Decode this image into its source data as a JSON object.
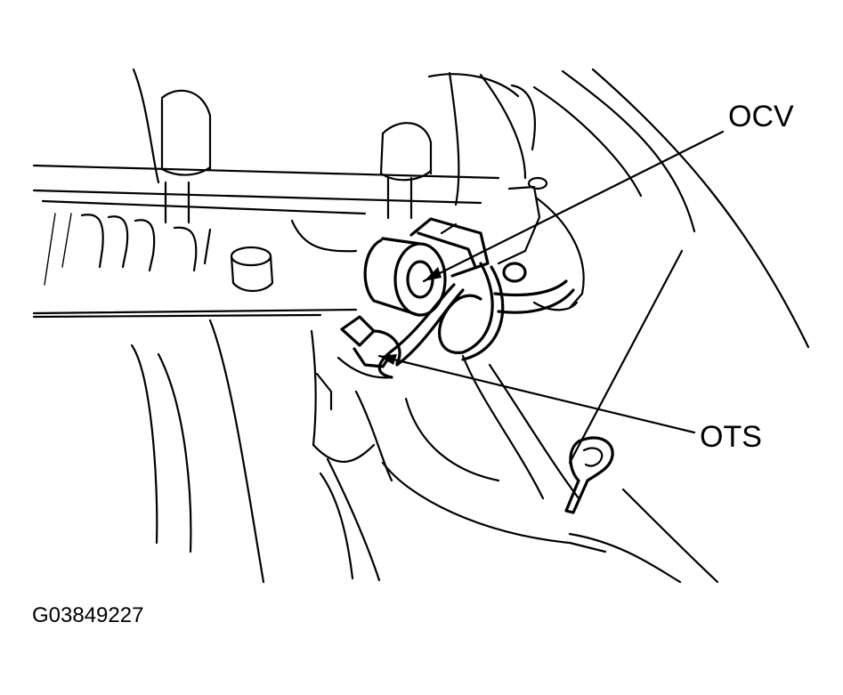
{
  "labels": {
    "ocv": "OCV",
    "ots": "OTS",
    "figure_id": "G03849227"
  }
}
